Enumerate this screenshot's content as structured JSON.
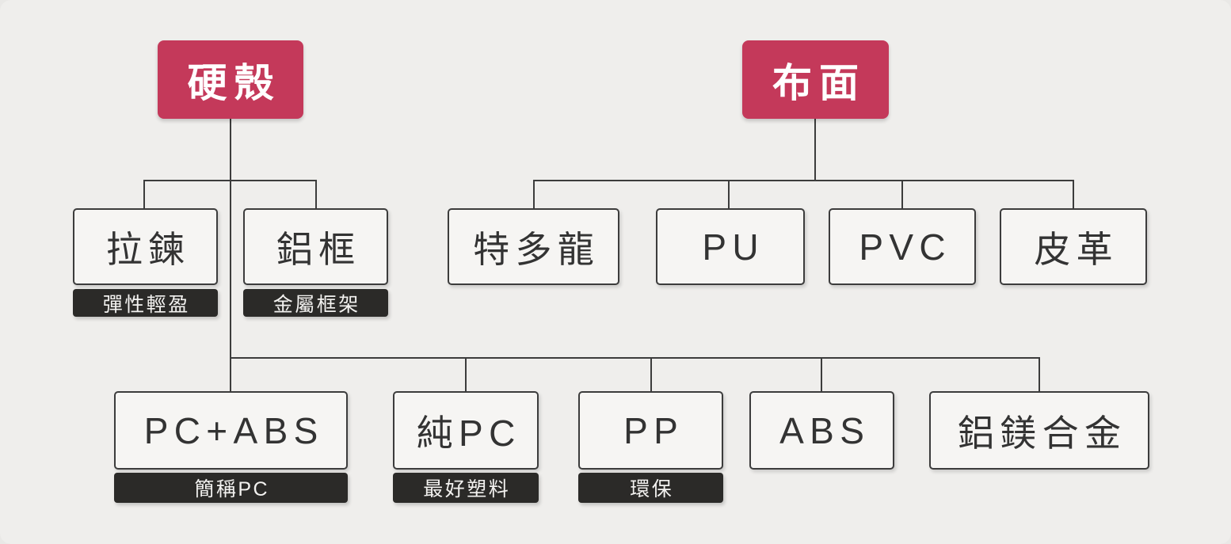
{
  "diagram": {
    "title_semantic": "luggage-material-classification-tree",
    "roots": [
      {
        "label": "硬殼"
      },
      {
        "label": "布面"
      }
    ],
    "shell_structure_types": [
      {
        "label": "拉鍊",
        "note": "彈性輕盈"
      },
      {
        "label": "鋁框",
        "note": "金屬框架"
      }
    ],
    "fabric_materials": [
      {
        "label": "特多龍"
      },
      {
        "label": "PU"
      },
      {
        "label": "PVC"
      },
      {
        "label": "皮革"
      }
    ],
    "shell_materials": [
      {
        "label": "PC+ABS",
        "note": "簡稱PC"
      },
      {
        "label": "純PC",
        "note": "最好塑料"
      },
      {
        "label": "PP",
        "note": "環保"
      },
      {
        "label": "ABS"
      },
      {
        "label": "鋁鎂合金"
      }
    ],
    "colors": {
      "accent": "#c4395a",
      "background": "#efeeec",
      "node_background": "#f6f5f3",
      "node_border": "#3c3c3c",
      "note_background": "#2b2a28",
      "note_text": "#f3f2f0",
      "line": "#3c3c3c",
      "node_text": "#333333"
    }
  }
}
